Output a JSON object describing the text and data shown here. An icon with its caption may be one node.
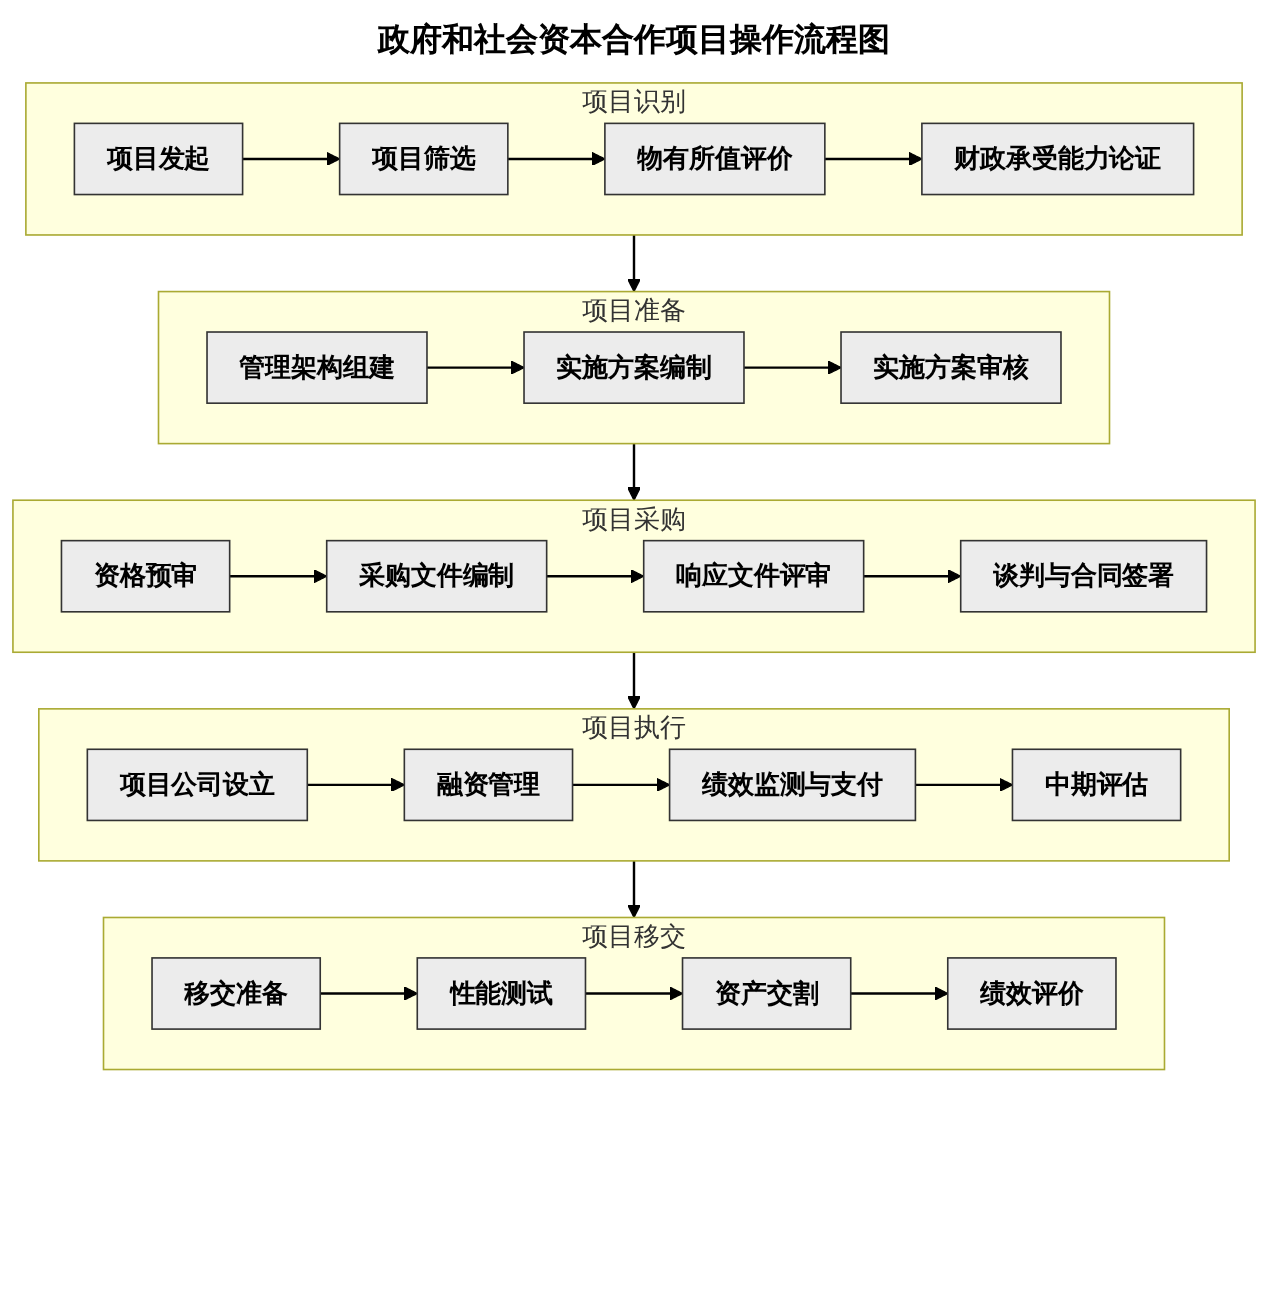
{
  "diagram": {
    "title": "政府和社会资本合作项目操作流程图",
    "nodes": [
      {
        "text": [
          "项目识别"
        ]
      },
      {
        "text": [
          "项目发起"
        ],
        "in": 0
      },
      {
        "text": [
          "项目筛选"
        ],
        "in": 0
      },
      {
        "text": [
          "物有所值评价"
        ],
        "in": 0
      },
      {
        "text": [
          "财政承受能力论证"
        ],
        "in": 0
      },
      {
        "text": [
          "项目准备"
        ]
      },
      {
        "text": [
          "管理架构组建"
        ],
        "in": 5
      },
      {
        "text": [
          "实施方案编制"
        ],
        "in": 5
      },
      {
        "text": [
          "实施方案审核"
        ],
        "in": 5
      },
      {
        "text": [
          "项目采购"
        ]
      },
      {
        "text": [
          "资格预审"
        ],
        "in": 9
      },
      {
        "text": [
          "采购文件编制"
        ],
        "in": 9
      },
      {
        "text": [
          "响应文件评审"
        ],
        "in": 9
      },
      {
        "text": [
          "谈判与合同签署"
        ],
        "in": 9
      },
      {
        "text": [
          "项目执行"
        ]
      },
      {
        "text": [
          "项目公司设立"
        ],
        "in": 14
      },
      {
        "text": [
          "融资管理"
        ],
        "in": 14
      },
      {
        "text": [
          "绩效监测与支付"
        ],
        "in": 14
      },
      {
        "text": [
          "中期评估"
        ],
        "in": 14
      },
      {
        "text": [
          "项目移交"
        ]
      },
      {
        "text": [
          "移交准备"
        ],
        "in": 19
      },
      {
        "text": [
          "性能测试"
        ],
        "in": 19
      },
      {
        "text": [
          "资产交割"
        ],
        "in": 19
      },
      {
        "text": [
          "绩效评价"
        ],
        "in": 19
      }
    ],
    "edges": [
      {
        "from": 1,
        "to": 2,
        "arrow": "to"
      },
      {
        "from": 2,
        "to": 3,
        "arrow": "to"
      },
      {
        "from": 3,
        "to": 4,
        "arrow": "to"
      },
      {
        "from": 0,
        "to": 5,
        "arrow": "to"
      },
      {
        "from": 6,
        "to": 7,
        "arrow": "to"
      },
      {
        "from": 7,
        "to": 8,
        "arrow": "to"
      },
      {
        "from": 5,
        "to": 9,
        "arrow": "to"
      },
      {
        "from": 10,
        "to": 11,
        "arrow": "to"
      },
      {
        "from": 11,
        "to": 12,
        "arrow": "to"
      },
      {
        "from": 12,
        "to": 13,
        "arrow": "to"
      },
      {
        "from": 9,
        "to": 14,
        "arrow": "to"
      },
      {
        "from": 15,
        "to": 16,
        "arrow": "to"
      },
      {
        "from": 16,
        "to": 17,
        "arrow": "to"
      },
      {
        "from": 17,
        "to": 18,
        "arrow": "to"
      },
      {
        "from": 14,
        "to": 19,
        "arrow": "to"
      },
      {
        "from": 20,
        "to": 21,
        "arrow": "to"
      },
      {
        "from": 21,
        "to": 22,
        "arrow": "to"
      },
      {
        "from": 22,
        "to": 23,
        "arrow": "to"
      }
    ]
  }
}
